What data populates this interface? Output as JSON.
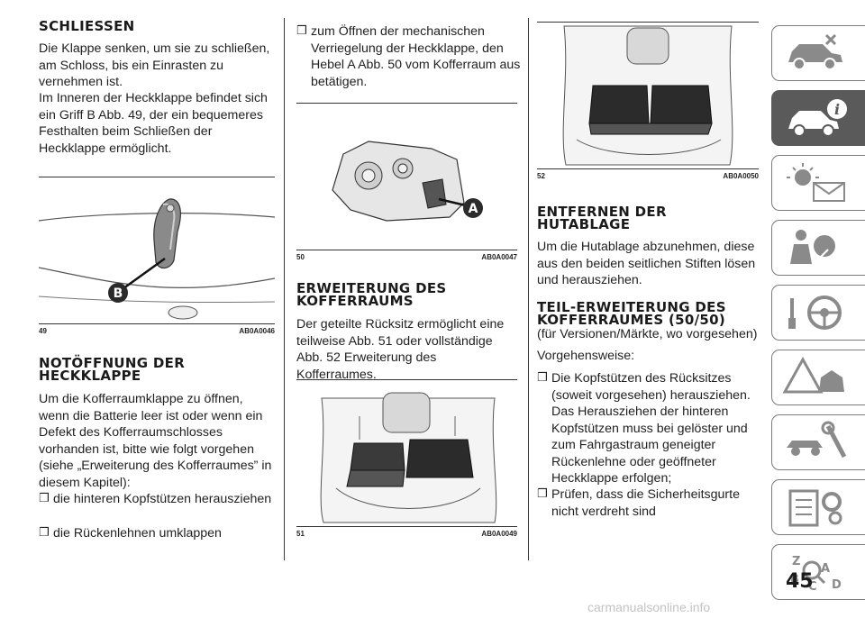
{
  "col1": {
    "h_schliessen": "SCHLIESSEN",
    "p1": "Die Klappe senken, um sie zu schließen, am Schloss, bis ein Einrasten zu vernehmen ist.",
    "p2": "Im Inneren der Heckklappe befindet sich ein Griff B Abb. 49, der ein bequemeres Festhalten beim Schließen der Heckklappe ermöglicht.",
    "fig49": {
      "num": "49",
      "code": "AB0A0046",
      "label": "B"
    },
    "h_not_1": "NOTÖFFNUNG DER",
    "h_not_2": "HECKKLAPPE",
    "p3": "Um die Kofferraumklappe zu öffnen, wenn die Batterie leer ist oder wenn ein Defekt des Kofferraumschlosses vorhanden ist, bitte wie folgt vorgehen (siehe „Erweiterung des Kofferraumes” in diesem Kapitel):",
    "b1": "die hinteren Kopfstützen herausziehen",
    "b2": "die Rückenlehnen umklappen"
  },
  "col2": {
    "b3": "zum Öffnen der mechanischen Verriegelung der Heckklappe, den Hebel A Abb. 50 vom Kofferraum aus betätigen.",
    "fig50": {
      "num": "50",
      "code": "AB0A0047",
      "label": "A"
    },
    "h_erw_1": "ERWEITERUNG DES",
    "h_erw_2": "KOFFERRAUMS",
    "p4": "Der geteilte Rücksitz ermöglicht eine teilweise Abb. 51 oder vollständige Abb. 52 Erweiterung des Kofferraumes.",
    "fig51": {
      "num": "51",
      "code": "AB0A0049"
    }
  },
  "col3": {
    "fig52": {
      "num": "52",
      "code": "AB0A0050"
    },
    "h_ent_1": "ENTFERNEN DER",
    "h_ent_2": "HUTABLAGE",
    "p5": "Um die Hutablage abzunehmen, diese aus den beiden seitlichen Stiften lösen und herausziehen.",
    "h_teil_1": "TEIL-ERWEITERUNG DES",
    "h_teil_2": "KOFFERRAUMES (50/50)",
    "p6": "(für Versionen/Märkte, wo vorgesehen)",
    "p7": "Vorgehensweise:",
    "b4": "Die Kopfstützen des Rücksitzes (soweit vorgesehen) herausziehen. Das Herausziehen der hinteren Kopfstützen muss bei gelöster und zum Fahrgastraum geneigter Rückenlehne oder geöffneter Heckklappe erfolgen;",
    "b5": "Prüfen, dass die Sicherheitsgurte nicht verdreht sind"
  },
  "bullet_glyph": "❒",
  "page_number": "45",
  "watermark": "carmanualsonline.info",
  "tabs": [
    "car-icon",
    "car-info-icon",
    "warning-lights-icon",
    "airbag-icon",
    "steering-icon",
    "hazard-icon",
    "wrench-icon",
    "specs-icon",
    "index-icon"
  ],
  "colors": {
    "tab_border": "#7b7b7b",
    "tab_active": "#5a5a5a",
    "text": "#1f1f1f"
  }
}
